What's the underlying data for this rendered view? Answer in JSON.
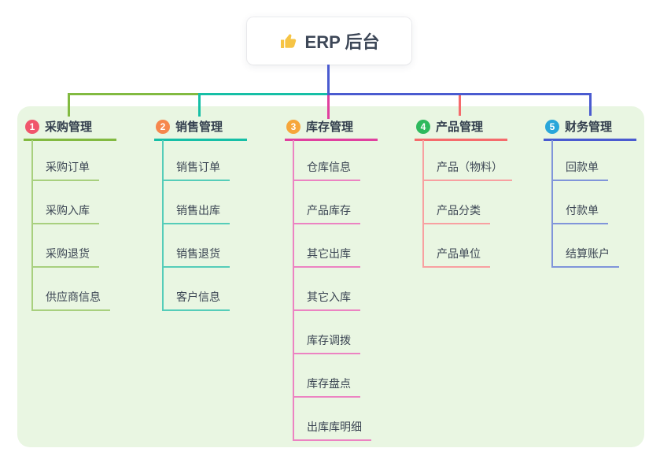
{
  "root": {
    "icon": "thumbs-up-icon",
    "icon_color": "#f6c445",
    "title": "ERP 后台"
  },
  "connectors": {
    "root_color": "#4a5bd0",
    "segments": {
      "branch1": "#82ba41",
      "branch2": "#16bfa6",
      "branch3": "#e0409f",
      "branch4": "#f56b6c",
      "branch5": "#4a5bd0"
    }
  },
  "panel_background": "#e9f6e2",
  "branches": [
    {
      "number": "1",
      "label": "采购管理",
      "badge_color": "#f0566c",
      "line_color": "#82ba41",
      "light_line_color": "#a8d07e",
      "children": [
        "采购订单",
        "采购入库",
        "采购退货",
        "供应商信息"
      ]
    },
    {
      "number": "2",
      "label": "销售管理",
      "badge_color": "#f6874d",
      "line_color": "#16bfa6",
      "light_line_color": "#55cdb9",
      "children": [
        "销售订单",
        "销售出库",
        "销售退货",
        "客户信息"
      ]
    },
    {
      "number": "3",
      "label": "库存管理",
      "badge_color": "#f6a63b",
      "line_color": "#e0409f",
      "light_line_color": "#ec83c2",
      "children": [
        "仓库信息",
        "产品库存",
        "其它出库",
        "其它入库",
        "库存调拨",
        "库存盘点",
        "出库库明细"
      ]
    },
    {
      "number": "4",
      "label": "产品管理",
      "badge_color": "#2eb95d",
      "line_color": "#f56b6c",
      "light_line_color": "#f8a0a1",
      "children": [
        "产品（物料）",
        "产品分类",
        "产品单位"
      ]
    },
    {
      "number": "5",
      "label": "财务管理",
      "badge_color": "#29a6da",
      "line_color": "#4a5bd0",
      "light_line_color": "#8095da",
      "children": [
        "回款单",
        "付款单",
        "结算账户"
      ]
    }
  ]
}
